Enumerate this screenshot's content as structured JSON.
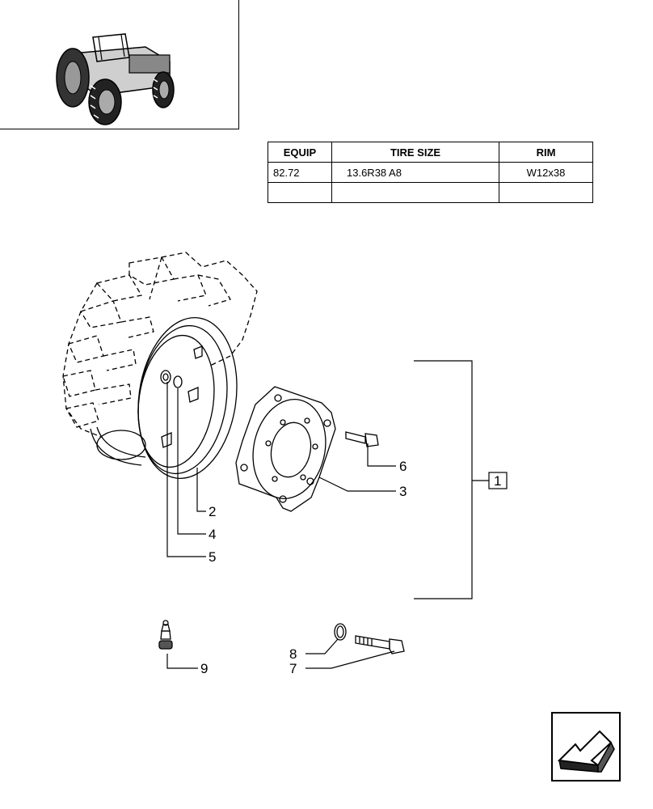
{
  "spec_table": {
    "headers": [
      "EQUIP",
      "TIRE SIZE",
      "RIM"
    ],
    "rows": [
      [
        "82.72",
        "13.6R38 A8",
        "W12x38"
      ],
      [
        "",
        "",
        ""
      ]
    ]
  },
  "callouts": {
    "c1": "1",
    "c2": "2",
    "c3": "3",
    "c4": "4",
    "c5": "5",
    "c6": "6",
    "c7": "7",
    "c8": "8",
    "c9": "9"
  },
  "icons": {
    "thumbnail": "tractor-icon",
    "navigation": "next-page-arrow-icon"
  }
}
